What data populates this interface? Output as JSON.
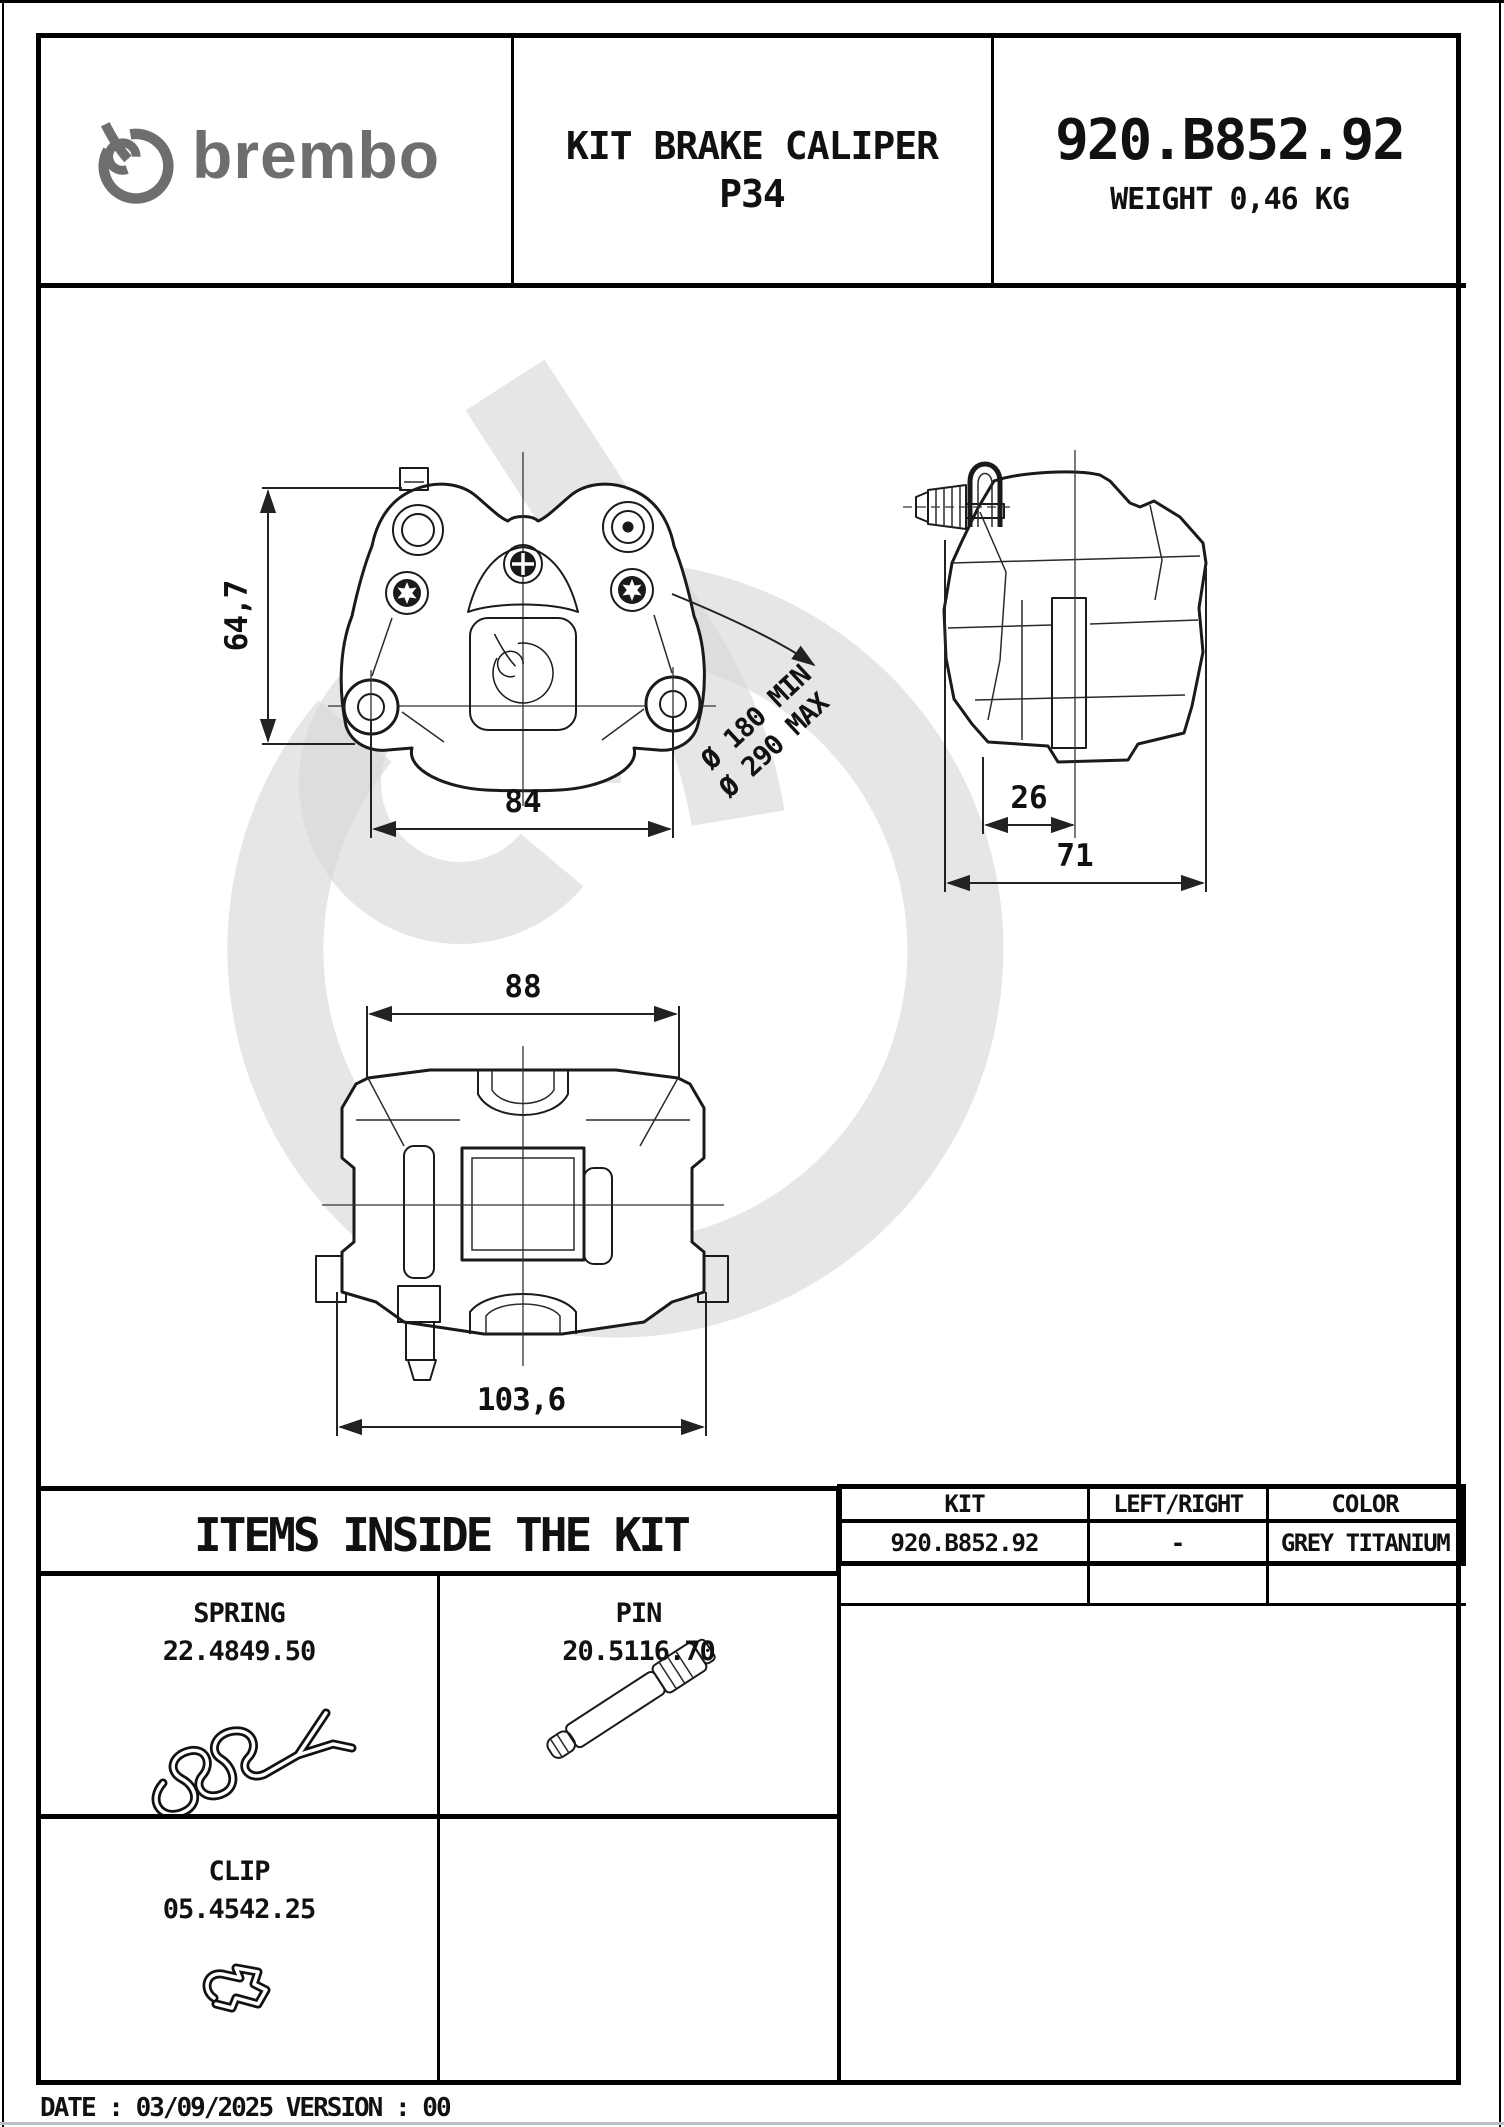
{
  "header": {
    "brand_wordmark": "brembo",
    "title_line1": "KIT BRAKE CALIPER",
    "title_line2": "P34",
    "part_number": "920.B852.92",
    "weight_label": "WEIGHT 0,46 KG"
  },
  "drawing": {
    "front_view": {
      "height_dim": "64,7",
      "mount_spacing_dim": "84",
      "disc_min_label": "Ø 180 MIN",
      "disc_max_label": "Ø 290 MAX"
    },
    "side_view": {
      "pad_offset_dim": "26",
      "depth_dim": "71"
    },
    "top_view": {
      "body_width_dim": "88",
      "overall_width_dim": "103,6"
    }
  },
  "items": {
    "title": "ITEMS INSIDE THE KIT",
    "list": [
      {
        "name": "SPRING",
        "code": "22.4849.50"
      },
      {
        "name": "PIN",
        "code": "20.5116.70"
      },
      {
        "name": "CLIP",
        "code": "05.4542.25"
      }
    ]
  },
  "kit_table": {
    "headers": [
      "KIT",
      "LEFT/RIGHT",
      "COLOR"
    ],
    "rows": [
      [
        "920.B852.92",
        "-",
        "GREY TITANIUM"
      ]
    ]
  },
  "footer": {
    "date_version": "DATE : 03/09/2025 VERSION : 00"
  },
  "colors": {
    "line": "#1a1a1a",
    "brand_grey": "#6e6e6e",
    "watermark_grey": "#d6d6d6"
  }
}
